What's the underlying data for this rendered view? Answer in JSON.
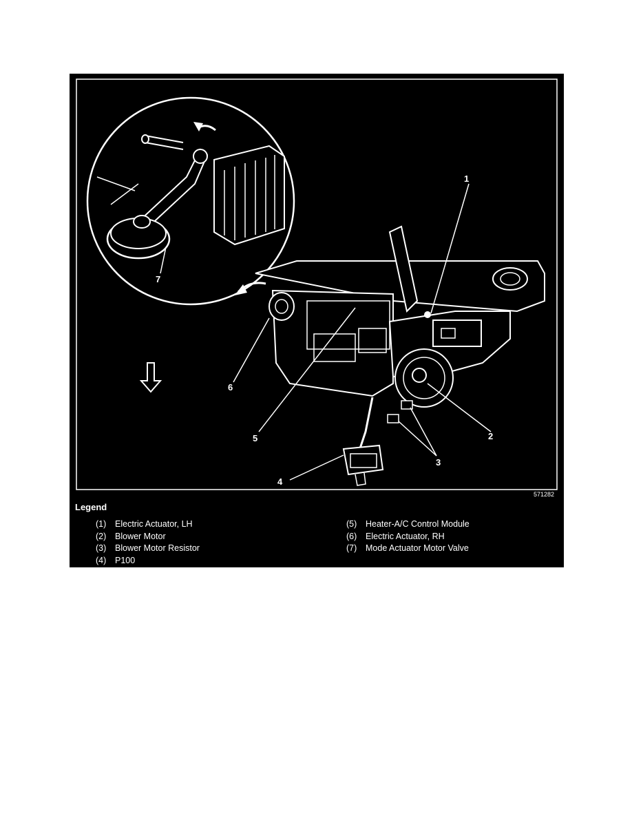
{
  "diagram": {
    "figure_code": "571282",
    "callouts": {
      "c1": "1",
      "c2": "2",
      "c3": "3",
      "c4": "4",
      "c5": "5",
      "c6": "6",
      "c7": "7"
    }
  },
  "legend": {
    "title": "Legend",
    "items": [
      {
        "num": "(1)",
        "text": "Electric Actuator, LH"
      },
      {
        "num": "(2)",
        "text": "Blower Motor"
      },
      {
        "num": "(3)",
        "text": "Blower Motor Resistor"
      },
      {
        "num": "(4)",
        "text": "P100"
      },
      {
        "num": "(5)",
        "text": "Heater-A/C Control Module"
      },
      {
        "num": "(6)",
        "text": "Electric Actuator, RH"
      },
      {
        "num": "(7)",
        "text": "Mode Actuator Motor Valve"
      }
    ]
  },
  "colors": {
    "background": "#000000",
    "line": "#ffffff"
  }
}
